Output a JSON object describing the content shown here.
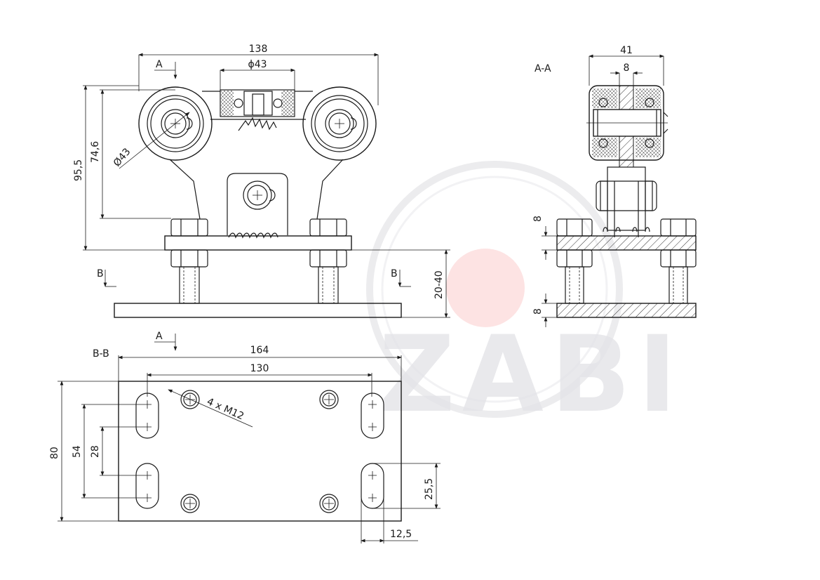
{
  "views": {
    "front": {
      "overall_width": "138",
      "wheel_diameter": "ϕ43",
      "wheel_diameter_left": "Ø43",
      "height_total": "95,5",
      "height_axle": "74,6",
      "adjust_range": "20-40",
      "section_a_left": "A",
      "section_b_left": "B",
      "section_b_right": "B"
    },
    "side": {
      "title": "A-A",
      "width": "41",
      "web": "8",
      "plate_top": "8",
      "plate_bottom": "8"
    },
    "plan": {
      "title": "B-B",
      "section_a": "A",
      "length": "164",
      "hole_spacing": "130",
      "holes": "4 x M12",
      "height": "80",
      "slot_outer": "54",
      "slot_inner": "28",
      "slot_length": "25,5",
      "slot_offset": "12,5"
    }
  },
  "watermark": {
    "brand": "ZABI",
    "color": "#e03030"
  }
}
